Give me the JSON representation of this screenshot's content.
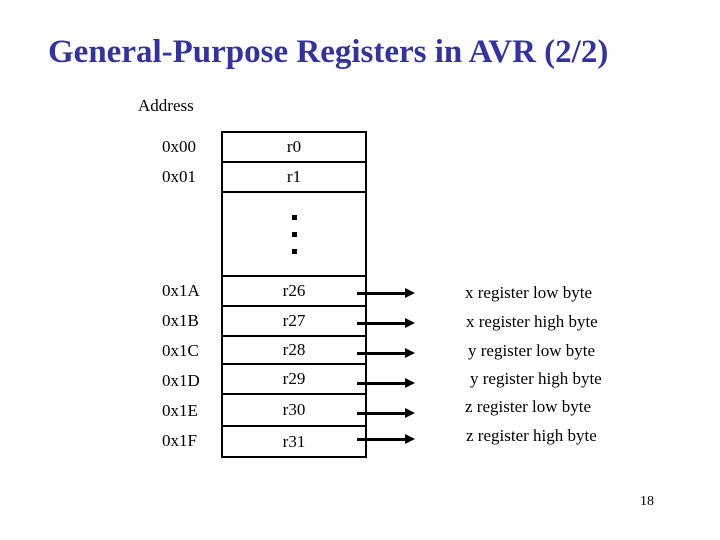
{
  "slide": {
    "title": "General-Purpose Registers in AVR (2/2)",
    "title_color": "#3333A0",
    "page_number": "18",
    "background_color": "#ffffff",
    "text_color": "#000000"
  },
  "register_table": {
    "column_header": "Address",
    "ellipsis_icon": "vertical-ellipsis",
    "ellipsis_dot_count": 3,
    "rows": [
      {
        "address": "0x00",
        "register": "r0",
        "description": "",
        "arrow": false
      },
      {
        "address": "0x01",
        "register": "r1",
        "description": "",
        "arrow": false
      },
      {
        "address": "0x1A",
        "register": "r26",
        "description": "x register low byte",
        "arrow": true
      },
      {
        "address": "0x1B",
        "register": "r27",
        "description": "x register high byte",
        "arrow": true
      },
      {
        "address": "0x1C",
        "register": "r28",
        "description": "y register low byte",
        "arrow": true
      },
      {
        "address": "0x1D",
        "register": "r29",
        "description": "y register high byte",
        "arrow": true
      },
      {
        "address": "0x1E",
        "register": "r30",
        "description": "z register low byte",
        "arrow": true
      },
      {
        "address": "0x1F",
        "register": "r31",
        "description": "z register high byte",
        "arrow": true
      }
    ]
  }
}
